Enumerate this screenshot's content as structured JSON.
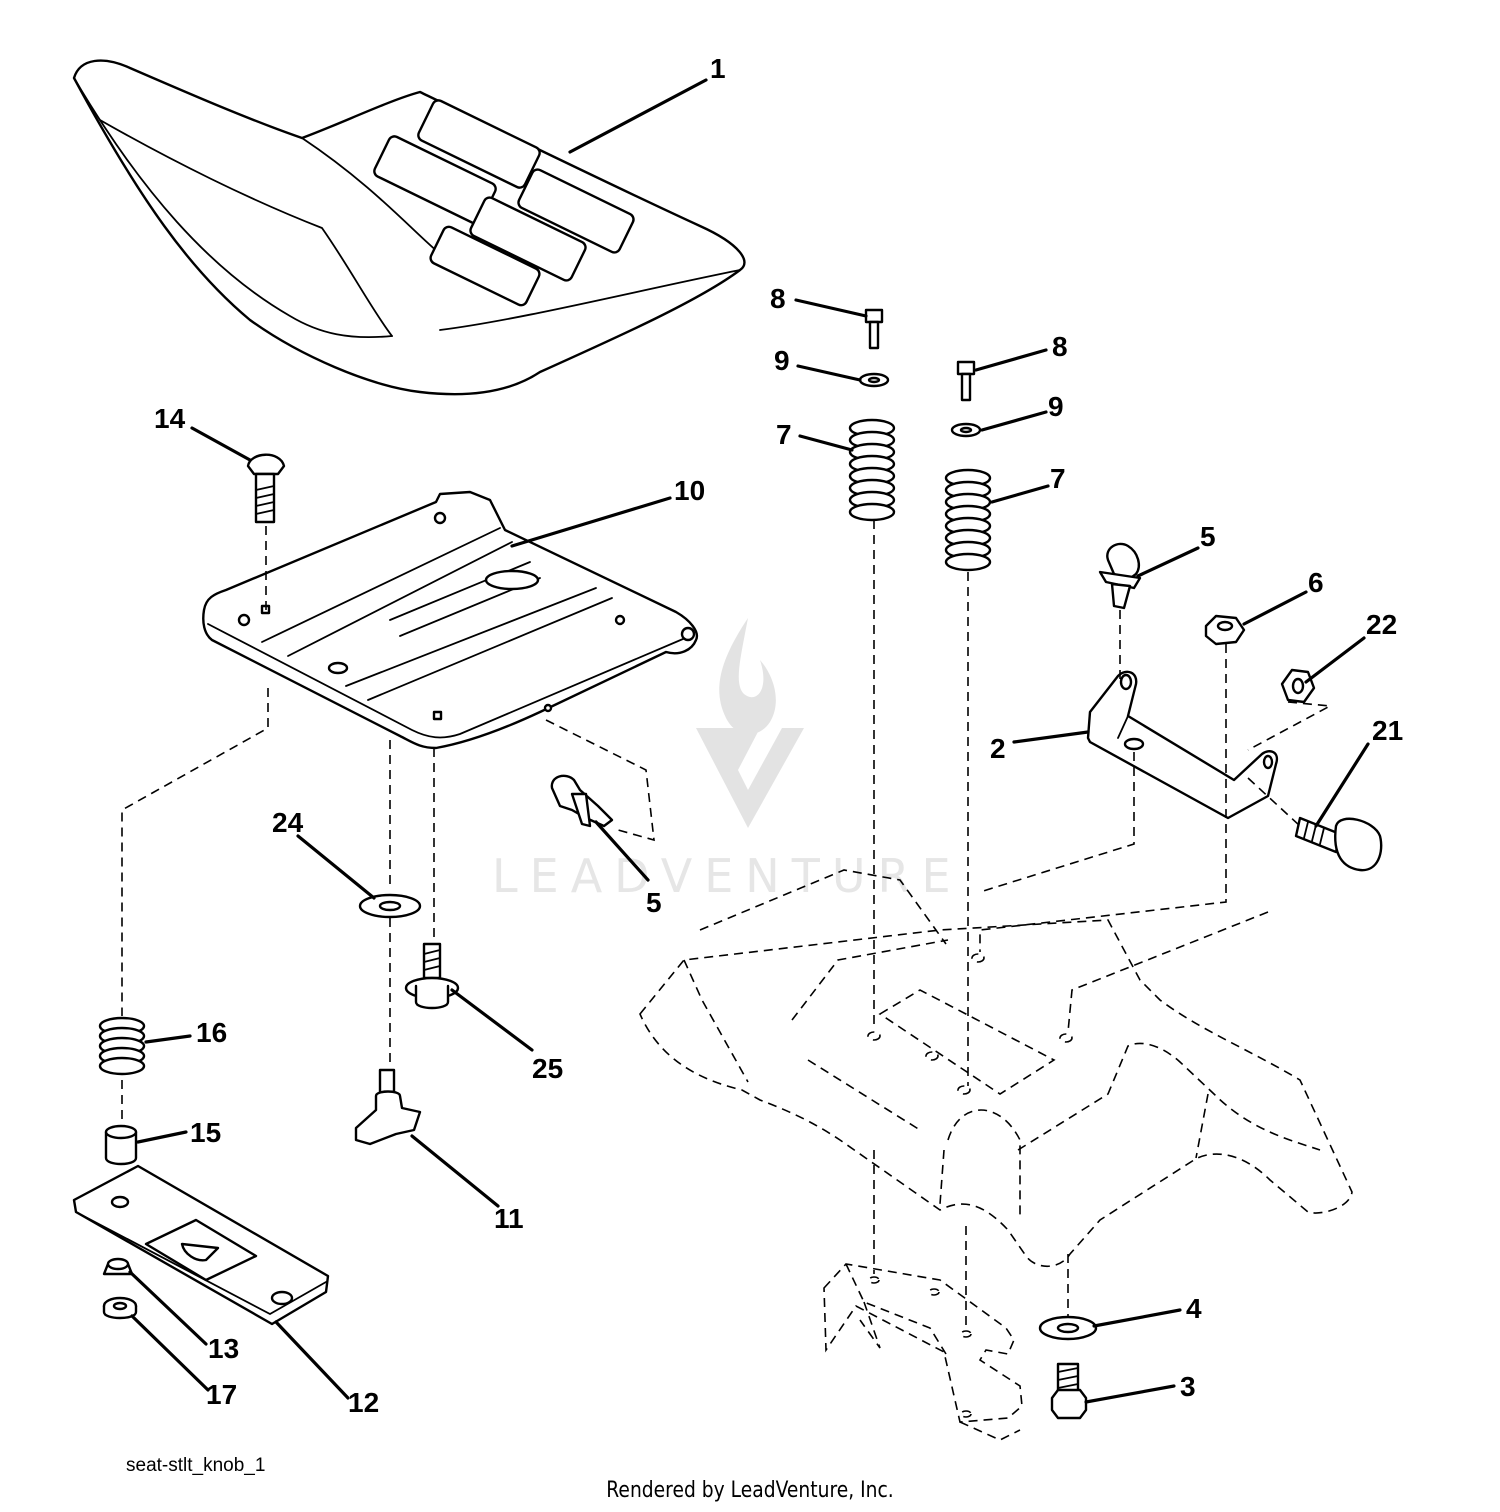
{
  "diagram": {
    "code": "seat-stlt_knob_1",
    "credit": "Rendered by LeadVenture, Inc.",
    "watermark": "LEADVENTURE"
  },
  "callouts": {
    "c1": "1",
    "c2": "2",
    "c3": "3",
    "c4": "4",
    "c5a": "5",
    "c5b": "5",
    "c6": "6",
    "c7a": "7",
    "c7b": "7",
    "c8a": "8",
    "c8b": "8",
    "c9a": "9",
    "c9b": "9",
    "c10": "10",
    "c11": "11",
    "c12": "12",
    "c13": "13",
    "c14": "14",
    "c15": "15",
    "c16": "16",
    "c17": "17",
    "c21": "21",
    "c22": "22",
    "c24": "24",
    "c25": "25"
  }
}
